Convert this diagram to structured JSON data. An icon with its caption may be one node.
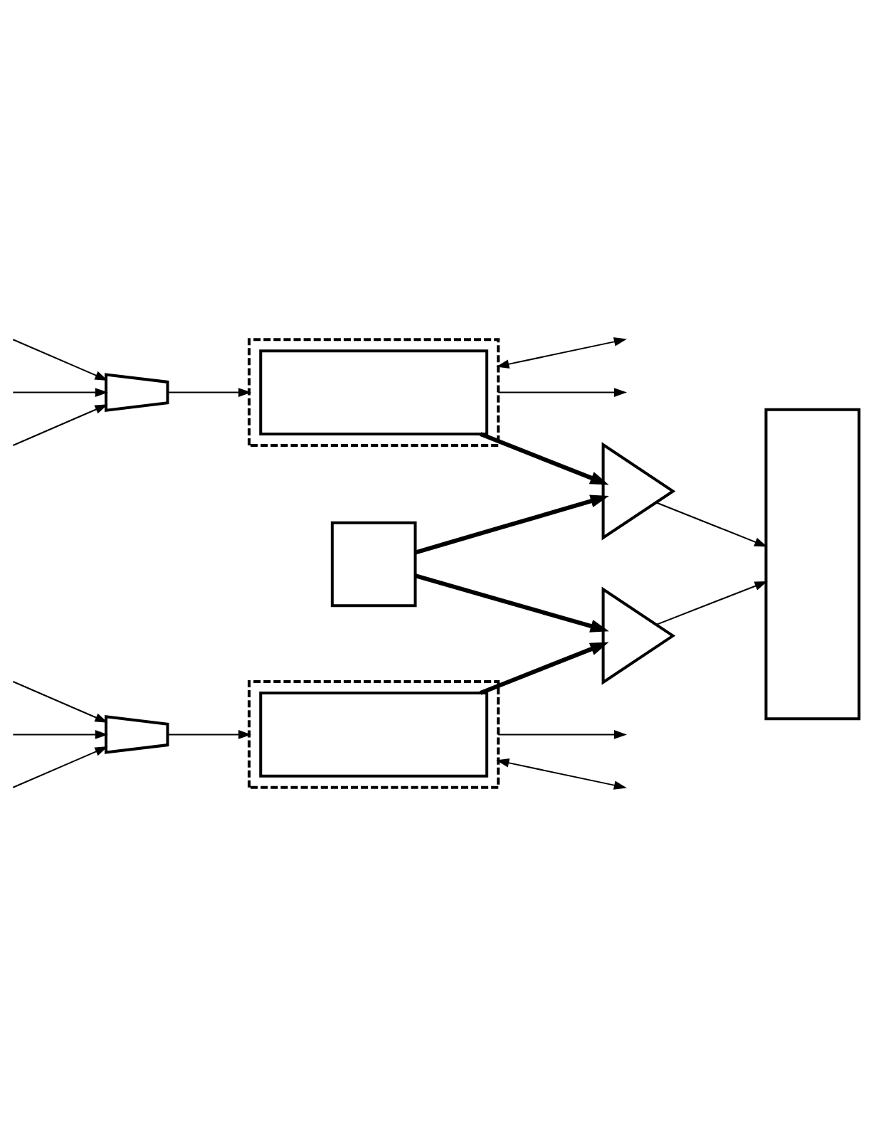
{
  "diagram": {
    "nodes": [
      {
        "text": [],
        "shape": "box"
      },
      {
        "text": [],
        "shape": "triangle"
      },
      {
        "text": [],
        "shape": "box"
      },
      {
        "text": [],
        "shape": "trapezoid"
      },
      {
        "text": [],
        "shape": "box"
      },
      {
        "text": [],
        "shape": "box",
        "in": 4
      },
      {
        "text": [],
        "shape": "triangle"
      },
      {
        "text": [],
        "shape": "trapezoid"
      },
      {
        "text": [],
        "shape": "box"
      },
      {
        "text": [],
        "shape": "box",
        "in": 8
      }
    ],
    "edges": [
      {
        "from": 0,
        "to": 1,
        "arrow": "to",
        "style": "thick"
      },
      {
        "from": 0,
        "to": 6,
        "arrow": "to",
        "style": "thick"
      },
      {
        "from": 5,
        "to": 1,
        "arrow": "to",
        "style": "thick"
      },
      {
        "from": 1,
        "to": 2,
        "arrow": "to"
      },
      {
        "from": 6,
        "to": 2,
        "arrow": "to"
      },
      {
        "from": null,
        "to": 3,
        "arrow": "to"
      },
      {
        "from": null,
        "to": 3,
        "arrow": "to"
      },
      {
        "from": null,
        "to": 3,
        "arrow": "to"
      },
      {
        "from": 3,
        "to": 4,
        "arrow": "to"
      },
      {
        "from": 4,
        "to": null,
        "arrow": "to"
      },
      {
        "from": 4,
        "to": null,
        "arrow": "both"
      },
      {
        "from": 9,
        "to": 6,
        "arrow": "to",
        "style": "thick"
      },
      {
        "from": null,
        "to": 7,
        "arrow": "to"
      },
      {
        "from": null,
        "to": 7,
        "arrow": "to"
      },
      {
        "from": null,
        "to": 7,
        "arrow": "to"
      },
      {
        "from": 7,
        "to": 8,
        "arrow": "to"
      },
      {
        "from": 8,
        "to": null,
        "arrow": "to"
      },
      {
        "from": 8,
        "to": null,
        "arrow": "both"
      }
    ]
  }
}
